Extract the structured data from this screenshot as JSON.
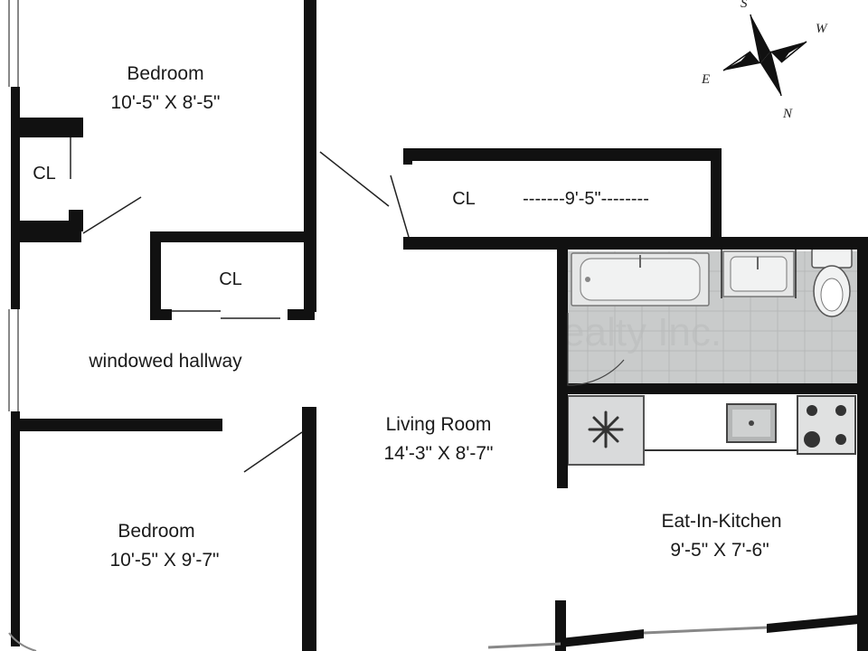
{
  "rooms": {
    "bedroom_top": {
      "name": "Bedroom",
      "dims": "10'-5\" X 8'-5\""
    },
    "bedroom_bottom": {
      "name": "Bedroom",
      "dims": "10'-5\" X 9'-7\""
    },
    "living_room": {
      "name": "Living Room",
      "dims": "14'-3\" X 8'-7\""
    },
    "kitchen": {
      "name": "Eat-In-Kitchen",
      "dims": "9'-5\" X 7'-6\""
    }
  },
  "closets": {
    "bedroom_closet": "CL",
    "hall_closet": "CL",
    "long_closet": "CL",
    "long_closet_dim": "-------9'-5\"--------"
  },
  "hallway": {
    "label": "windowed hallway"
  },
  "compass": {
    "south": "S",
    "west": "W",
    "east": "E",
    "north": "N"
  },
  "watermark": "ealty Inc."
}
